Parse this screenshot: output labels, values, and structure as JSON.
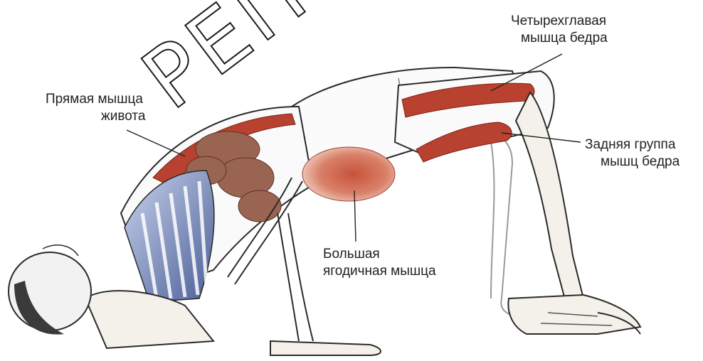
{
  "labels": {
    "quadriceps": {
      "line1": "Четырехглавая",
      "line2": "мышца бедра"
    },
    "rectus_abdominis": {
      "line1": "Прямая мышца",
      "line2": "живота"
    },
    "hamstrings": {
      "line1": "Задняя группа",
      "line2": "мышц бедра"
    },
    "gluteus_maximus": {
      "line1": "Большая",
      "line2": "ягодичная мышца"
    }
  },
  "colors": {
    "muscle": "#b8412f",
    "muscle_light": "#d2604a",
    "bone": "#f4f1ea",
    "outline": "#2a2a2a",
    "ribs": "#5a6fa6",
    "organs": "#8a5a4a",
    "hair": "#333333"
  }
}
